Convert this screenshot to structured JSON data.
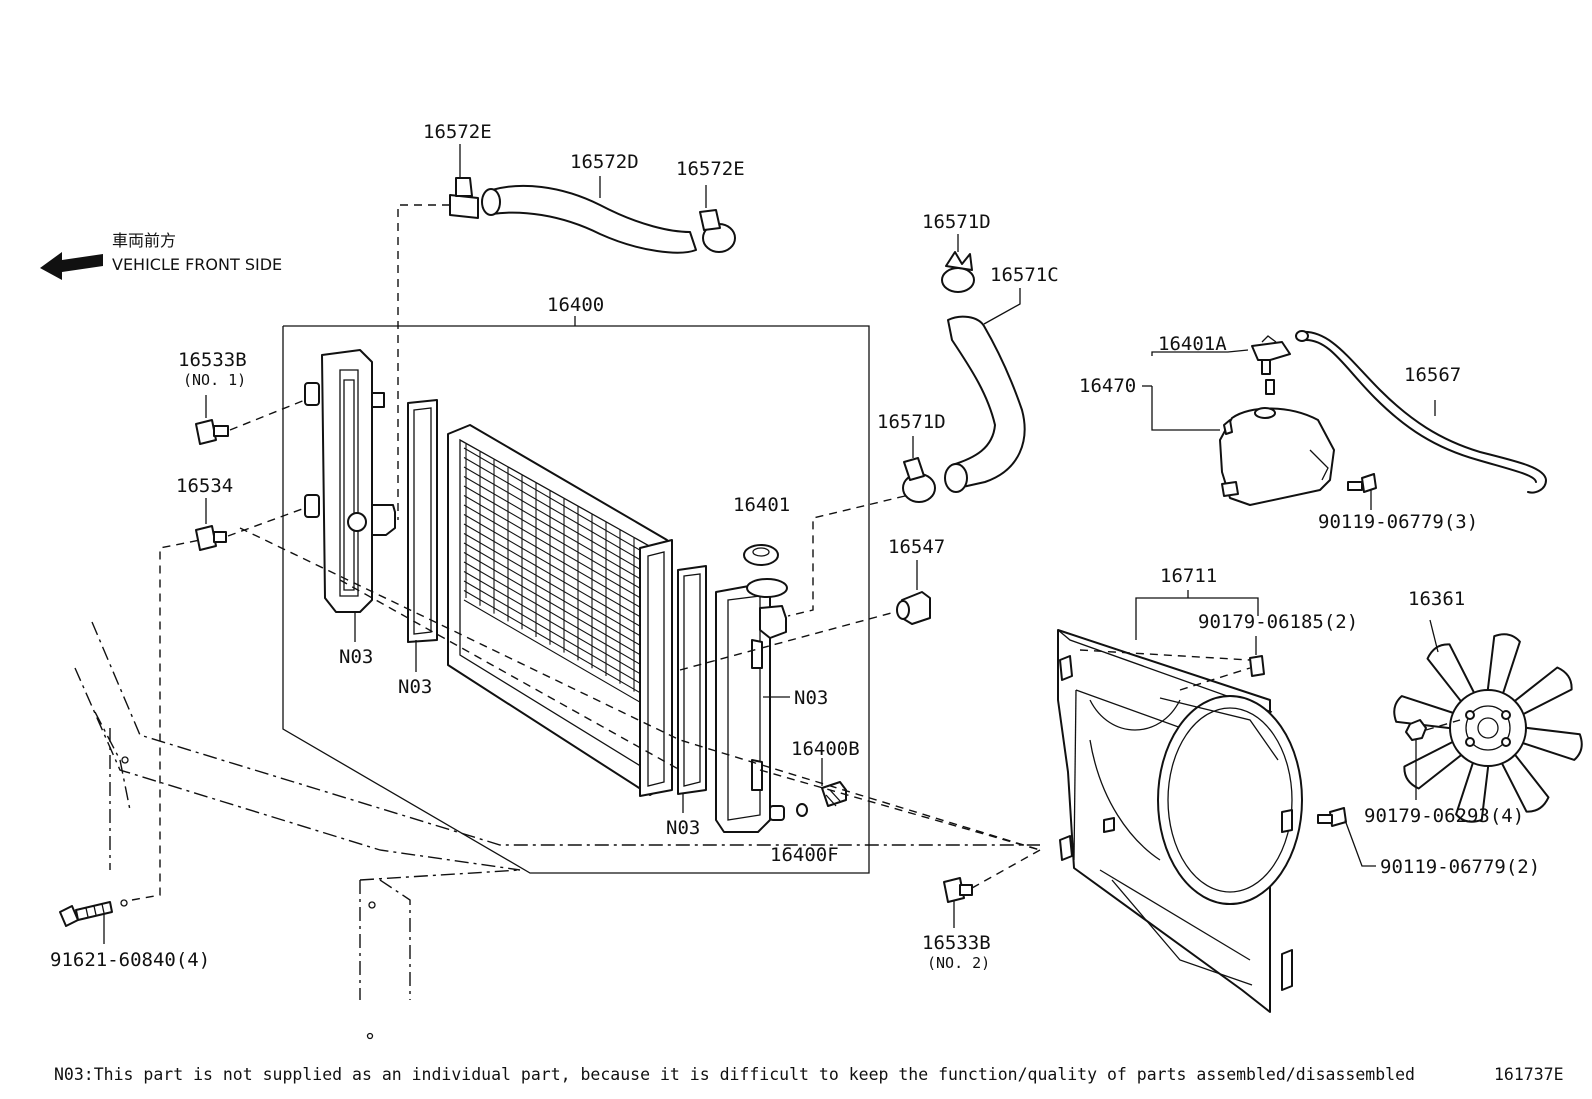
{
  "direction": {
    "label_jp": "車両前方",
    "label_en": "VEHICLE FRONT SIDE",
    "icon": "arrow-left-icon"
  },
  "parts": {
    "p16400": "16400",
    "p16572E_top": "16572E",
    "p16572D": "16572D",
    "p16572E_right": "16572E",
    "p16571D_top": "16571D",
    "p16571C": "16571C",
    "p16571D_lower": "16571D",
    "p16533B_1": "16533B",
    "p16533B_1_note": "(NO. 1)",
    "p16534": "16534",
    "p16401": "16401",
    "p16547": "16547",
    "p16400B": "16400B",
    "p16400F": "16400F",
    "p16533B_2": "16533B",
    "p16533B_2_note": "(NO. 2)",
    "p91621": "91621-60840(4)",
    "n03_a": "N03",
    "n03_b": "N03",
    "n03_c": "N03",
    "n03_d": "N03",
    "p16401A": "16401A",
    "p16470": "16470",
    "p16567": "16567",
    "p90119_3": "90119-06779(3)",
    "p16711": "16711",
    "p90179_2": "90179-06185(2)",
    "p16361": "16361",
    "p90179_4": "90179-06293(4)",
    "p90119_2": "90119-06779(2)"
  },
  "footer": {
    "note": "N03:This part is not supplied as an individual part, because it is difficult to keep the function/quality of parts assembled/disassembled",
    "diagram_id": "161737E"
  }
}
